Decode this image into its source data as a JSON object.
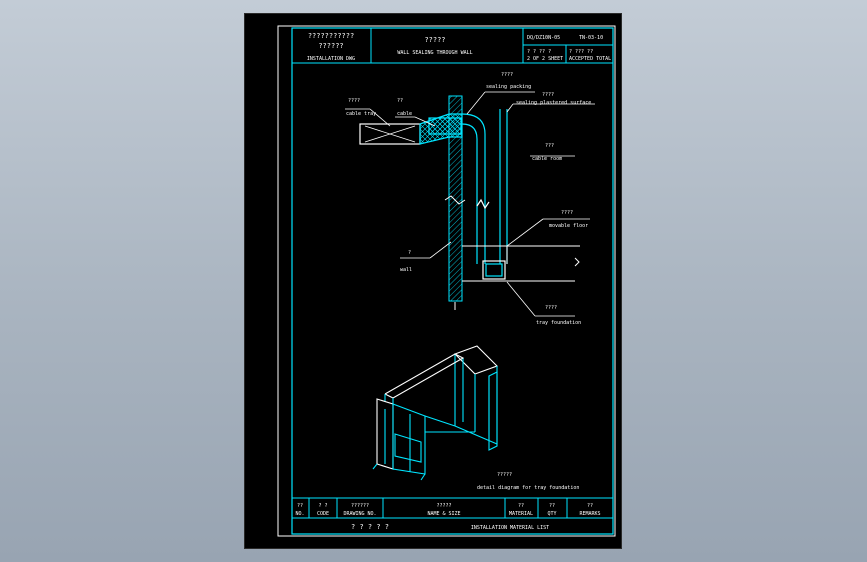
{
  "title_block": {
    "title_cn_1": "???????????",
    "title_cn_2": "??????",
    "title_en": "INSTALLATION DWG",
    "drawing_cn": "?????",
    "drawing_en": "WALL SEALING THROUGH WALL",
    "std_code": "DQ/DZ10N-05",
    "sheet_code": "TN-03-10",
    "sheet_cn": "? ? ?? ?",
    "sheet_en": "2 OF 2 SHEET",
    "total_cn": "? ??? ??",
    "total_en": "ACCEPTED TOTAL"
  },
  "labels": {
    "sealing_packing_cn": "????",
    "sealing_packing_en": "sealing packing",
    "sealing_plastered_cn": "????",
    "sealing_plastered_en": "sealing plastered surface",
    "cable_tray_cn": "????",
    "cable_tray_en": "cable tray",
    "cable_cn": "??",
    "cable_en": "cable",
    "cable_room_cn": "???",
    "cable_room_en": "cable room",
    "movable_floor_cn": "????",
    "movable_floor_en": "movable floor",
    "wall_cn": "?",
    "wall_en": "wall",
    "tray_foundation_cn": "????",
    "tray_foundation_en": "tray foundation",
    "detail_cn": "?????",
    "detail_en": "detail diagram for tray foundation"
  },
  "material_list": {
    "headers": [
      {
        "cn": "??",
        "en": "NO."
      },
      {
        "cn": "? ?",
        "en": "CODE"
      },
      {
        "cn": "??????",
        "en": "DRAWING NO."
      },
      {
        "cn": "?????",
        "en": "NAME & SIZE"
      },
      {
        "cn": "??",
        "en": "MATERIAL"
      },
      {
        "cn": "??",
        "en": "QTY"
      },
      {
        "cn": "??",
        "en": "REMARKS"
      }
    ],
    "footer_cn": "? ? ? ? ?",
    "footer_en": "INSTALLATION MATERIAL LIST"
  }
}
